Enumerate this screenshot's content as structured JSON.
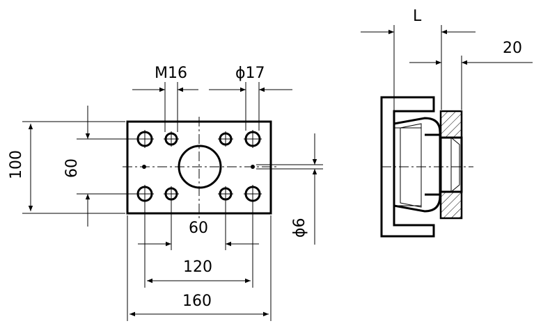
{
  "drawing": {
    "front_view": {
      "labels": {
        "thread": "M16",
        "bore": "ϕ17",
        "height_outer": "100",
        "height_inner": "60",
        "width_inner": "60",
        "width_mid": "120",
        "width_outer": "160",
        "pin": "ϕ6"
      }
    },
    "side_view": {
      "labels": {
        "length": "L",
        "thickness": "20"
      }
    }
  }
}
